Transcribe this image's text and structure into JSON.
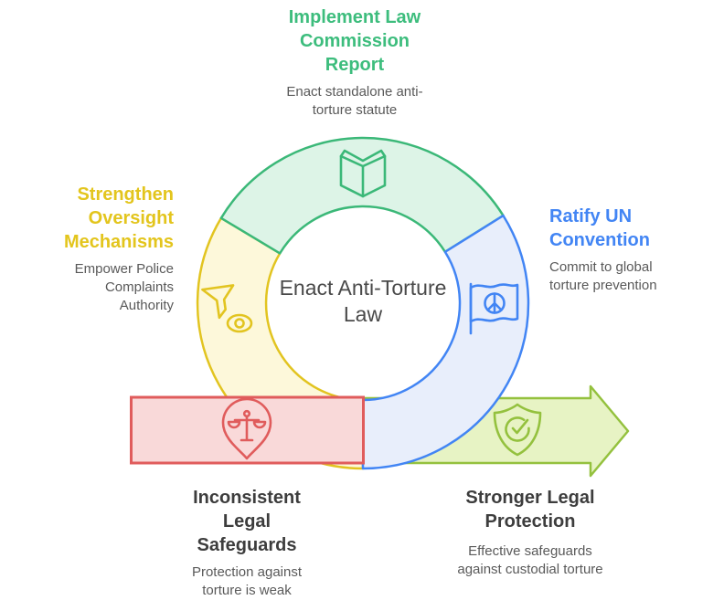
{
  "diagram_title": "Enact Anti-Torture Law",
  "center": {
    "label": "Enact Anti-Torture Law"
  },
  "nodes": {
    "implement": {
      "title": "Implement Law Commission Report",
      "subtitle": "Enact standalone anti-torture statute",
      "icon": "open-book-icon",
      "color": "green"
    },
    "oversight": {
      "title": "Strengthen Oversight Mechanisms",
      "subtitle": "Empower Police Complaints Authority",
      "icon": "funnel-eye-icon",
      "color": "yellow"
    },
    "ratify": {
      "title": "Ratify UN Convention",
      "subtitle": "Commit to global torture prevention",
      "icon": "peace-flag-icon",
      "color": "blue"
    },
    "problem": {
      "title": "Inconsistent Legal Safeguards",
      "subtitle": "Protection against torture is weak",
      "icon": "scales-pin-icon",
      "color": "red"
    },
    "outcome": {
      "title": "Stronger Legal Protection",
      "subtitle": "Effective safeguards against custodial torture",
      "icon": "shield-check-icon",
      "color": "lime"
    }
  },
  "colors": {
    "green-stroke": "#3bb878",
    "green-fill": "#ddf4e7",
    "green-text": "#3dbd7d",
    "yellow-stroke": "#e2c420",
    "yellow-fill": "#fdf8da",
    "yellow-text": "#e3c51d",
    "blue-stroke": "#4285f4",
    "blue-fill": "#e8eefb",
    "blue-text": "#4285f4",
    "red-stroke": "#e05c5c",
    "red-fill": "#f9d9d9",
    "lime-stroke": "#94c13e",
    "lime-fill": "#e7f3c4",
    "sub-gray": "#595959",
    "dark-text": "#3d3d3d",
    "center-text": "#4a4a4a"
  }
}
